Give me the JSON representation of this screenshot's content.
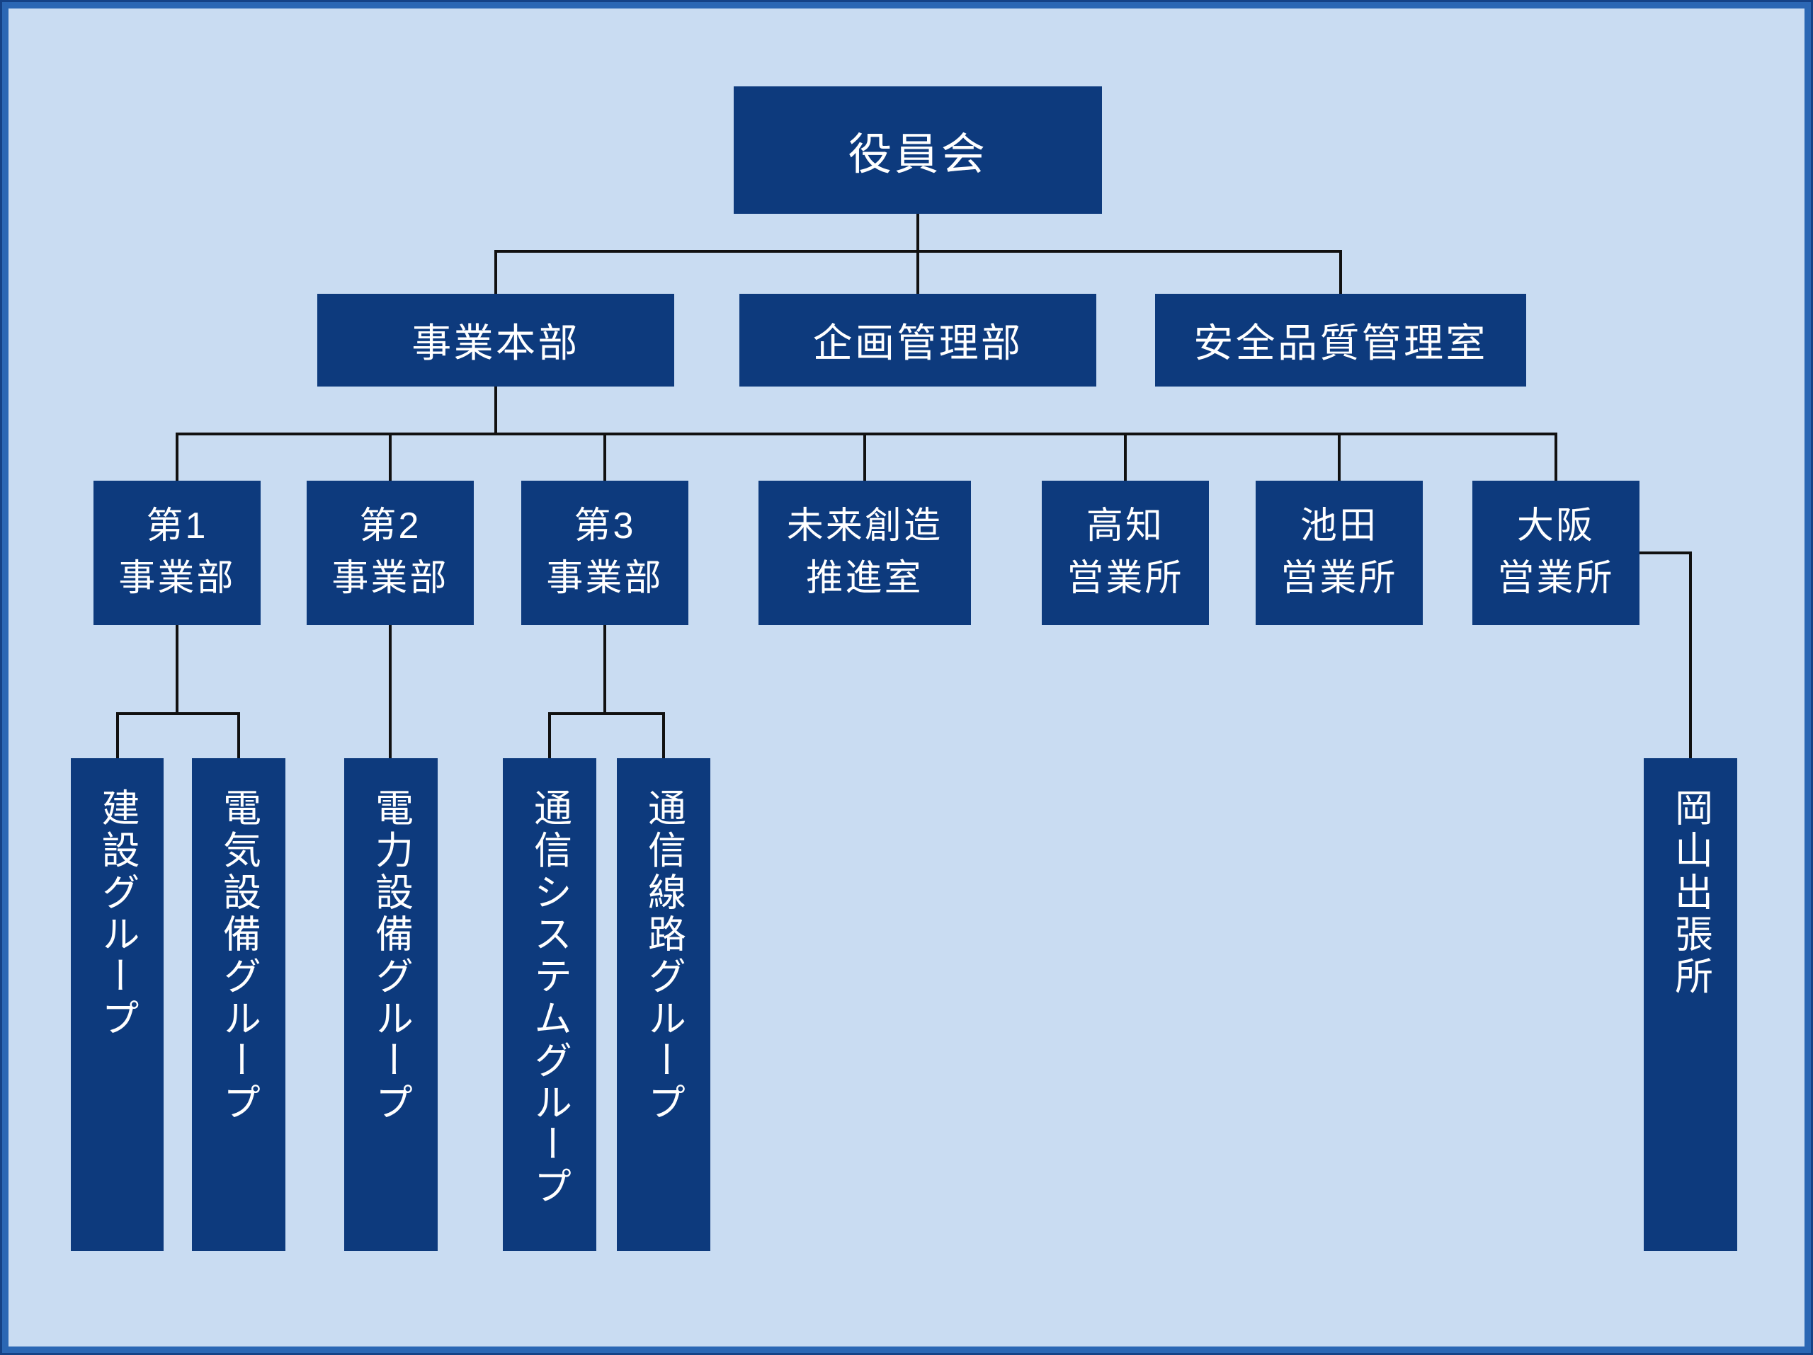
{
  "org": {
    "board": "役員会",
    "level2": [
      {
        "label": "事業本部"
      },
      {
        "label": "企画管理部"
      },
      {
        "label": "安全品質管理室"
      }
    ],
    "level3": [
      {
        "l1": "第1",
        "l2": "事業部"
      },
      {
        "l1": "第2",
        "l2": "事業部"
      },
      {
        "l1": "第3",
        "l2": "事業部"
      },
      {
        "l1": "未来創造",
        "l2": "推進室"
      },
      {
        "l1": "高知",
        "l2": "営業所"
      },
      {
        "l1": "池田",
        "l2": "営業所"
      },
      {
        "l1": "大阪",
        "l2": "営業所"
      }
    ],
    "level4": [
      {
        "label": "建設グループ"
      },
      {
        "label": "電気設備グループ"
      },
      {
        "label": "電力設備グループ"
      },
      {
        "label": "通信システムグループ"
      },
      {
        "label": "通信線路グループ"
      },
      {
        "label": "岡山出張所"
      }
    ],
    "colors": {
      "node_fill": "#0d3a7d",
      "background": "#c9dcf2",
      "frame": "#2b67b4",
      "connector": "#111111",
      "text": "#ffffff"
    }
  }
}
